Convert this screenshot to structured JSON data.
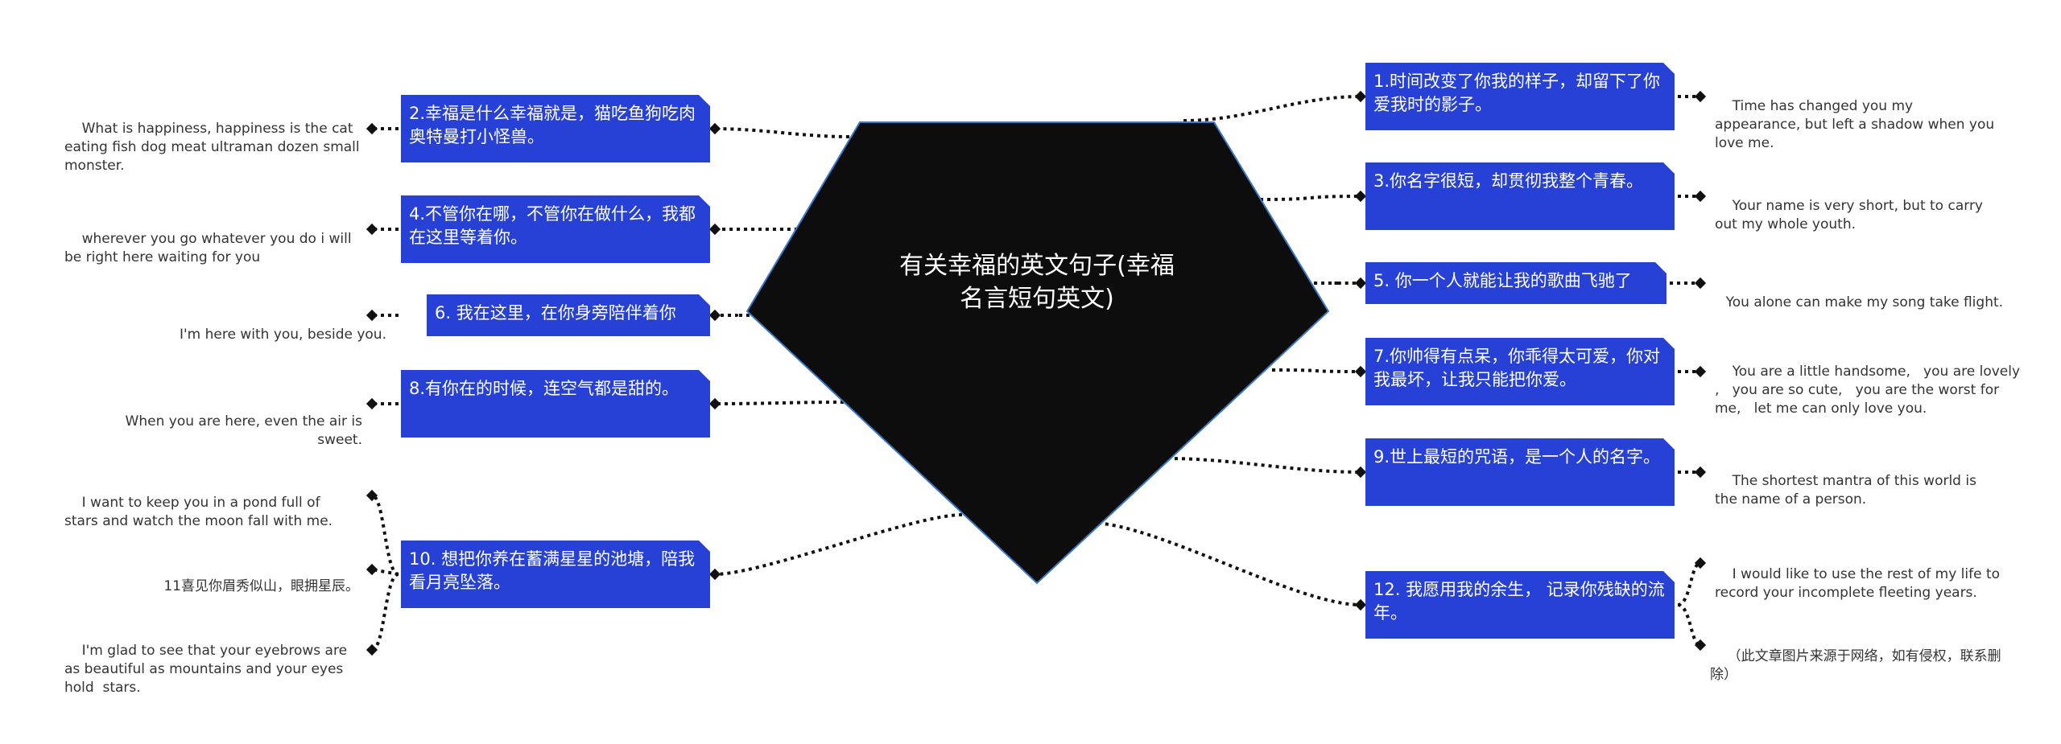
{
  "center": {
    "title": "有关幸福的英文句子(幸福\n名言短句英文)"
  },
  "left_nodes": [
    {
      "id": "n2",
      "label": "2.幸福是什么幸福就是，猫吃鱼狗吃肉奥特曼打小怪兽。",
      "leaves": [
        "What is happiness, happiness is the cat eating fish dog meat ultraman dozen small  monster."
      ]
    },
    {
      "id": "n4",
      "label": "4.不管你在哪，不管你在做什么，我都在这里等着你。",
      "leaves": [
        "wherever you go whatever you do i will be right here waiting for you"
      ]
    },
    {
      "id": "n6",
      "label": "6. 我在这里，在你身旁陪伴着你",
      "leaves": [
        "I'm here with you, beside you."
      ]
    },
    {
      "id": "n8",
      "label": "8.有你在的时候，连空气都是甜的。",
      "leaves": [
        "When you are here, even the air is sweet."
      ]
    },
    {
      "id": "n10",
      "label": "10. 想把你养在蓄满星星的池塘，陪我看月亮坠落。",
      "leaves": [
        "I want to keep you in a pond full of stars and watch the moon fall with me.",
        "11喜见你眉秀似山，眼拥星辰。",
        "I'm glad to see that your eyebrows are as beautiful as mountains and your eyes hold  stars."
      ]
    }
  ],
  "right_nodes": [
    {
      "id": "n1",
      "label": "1.时间改变了你我的样子，却留下了你爱我时的影子。",
      "leaves": [
        "Time has changed you my appearance, but left a shadow when you love me."
      ]
    },
    {
      "id": "n3",
      "label": "3.你名字很短，却贯彻我整个青春。",
      "leaves": [
        "Your name is very short, but to carry out my whole youth."
      ]
    },
    {
      "id": "n5",
      "label": "5. 你一个人就能让我的歌曲飞驰了",
      "leaves": [
        "You alone can make my song take flight."
      ]
    },
    {
      "id": "n7",
      "label": "7.你帅得有点呆，你乖得太可爱，你对我最坏，让我只能把你爱。",
      "leaves": [
        "You are a little handsome,   you are lovely  ,   you are so cute,   you are the worst for  me,   let me can only love you."
      ]
    },
    {
      "id": "n9",
      "label": "9.世上最短的咒语，是一个人的名字。",
      "leaves": [
        "The shortest mantra of this world is the name of a person."
      ]
    },
    {
      "id": "n12",
      "label": "12. 我愿用我的余生， 记录你残缺的流年。",
      "leaves": [
        "I would like to use the rest of my life to record your incomplete fleeting years.",
        "（此文章图片来源于网络，如有侵权，联系删除）"
      ]
    }
  ],
  "colors": {
    "node_fill": "#2741d6",
    "center_fill": "#0d0d0d",
    "link": "#111111",
    "center_stroke": "#3a78c9"
  }
}
